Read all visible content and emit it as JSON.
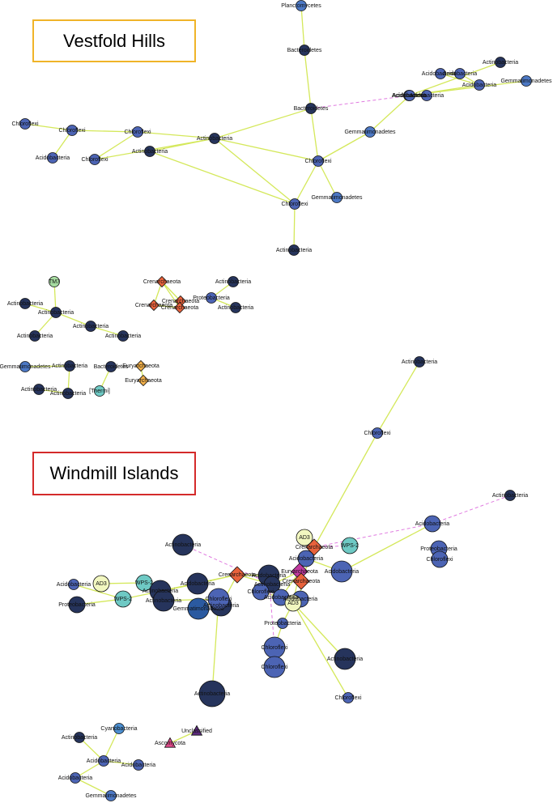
{
  "networks": [
    {
      "id": "vestfold",
      "title": "Vestfold Hills",
      "border_color": "#f0b429"
    },
    {
      "id": "windmill",
      "title": "Windmill Islands",
      "border_color": "#d42a2a"
    }
  ],
  "legend_colors": {
    "edge_positive": "#d4e85a",
    "edge_negative": "#e07be0",
    "node_dark": "#26345c",
    "node_blue": "#4c64b4",
    "node_light_blue": "#5b8fd1",
    "node_teal": "#6ec9c4",
    "node_pale": "#f2f7c0",
    "node_archaea": "#e8623c",
    "node_magenta": "#c23aa0"
  },
  "nodes": [
    {
      "id": "v1",
      "label": "Planctomycetes",
      "shape": "circle",
      "color": "#4c78c4",
      "size": "s"
    },
    {
      "id": "v2",
      "label": "Bacteroidetes",
      "shape": "circle",
      "color": "#26345c",
      "size": "s"
    },
    {
      "id": "v3",
      "label": "Bacteroidetes",
      "shape": "circle",
      "color": "#26345c",
      "size": "s"
    },
    {
      "id": "v4",
      "label": "Acidobacteria",
      "shape": "circle",
      "color": "#4c64b4",
      "size": "s"
    },
    {
      "id": "v5",
      "label": "Acidobacteria",
      "shape": "circle",
      "color": "#4c64b4",
      "size": "s"
    },
    {
      "id": "v6",
      "label": "Actinobacteria",
      "shape": "circle",
      "color": "#26345c",
      "size": "s"
    },
    {
      "id": "v7",
      "label": "Acidobacteria",
      "shape": "circle",
      "color": "#4c64b4",
      "size": "s"
    },
    {
      "id": "v8",
      "label": "Gemmatimonadetes",
      "shape": "circle",
      "color": "#4c78c4",
      "size": "s"
    },
    {
      "id": "v9",
      "label": "Acidobacteria",
      "shape": "circle",
      "color": "#4c64b4",
      "size": "s"
    },
    {
      "id": "v10",
      "label": "Acidobacteria",
      "shape": "circle",
      "color": "#4c64b4",
      "size": "s"
    },
    {
      "id": "v11",
      "label": "Gemmatimonadetes",
      "shape": "circle",
      "color": "#4c78c4",
      "size": "s"
    },
    {
      "id": "v12",
      "label": "Acidobacteria",
      "shape": "circle",
      "color": "#4c64b4",
      "size": "s"
    },
    {
      "id": "v13",
      "label": "Chloroflexi",
      "shape": "circle",
      "color": "#4c64b4",
      "size": "s"
    },
    {
      "id": "v14",
      "label": "Chloroflexi",
      "shape": "circle",
      "color": "#4c64b4",
      "size": "s"
    },
    {
      "id": "v15",
      "label": "Acidobacteria",
      "shape": "circle",
      "color": "#4c64b4",
      "size": "s"
    },
    {
      "id": "v16",
      "label": "Actinobacteria",
      "shape": "circle",
      "color": "#26345c",
      "size": "s"
    },
    {
      "id": "v17",
      "label": "Chloroflexi",
      "shape": "circle",
      "color": "#4c64b4",
      "size": "s"
    },
    {
      "id": "v18",
      "label": "Chloroflexi",
      "shape": "circle",
      "color": "#4c64b4",
      "size": "s"
    },
    {
      "id": "v19",
      "label": "Actinobacteria",
      "shape": "circle",
      "color": "#26345c",
      "size": "s"
    },
    {
      "id": "v20",
      "label": "Chloroflexi",
      "shape": "circle",
      "color": "#4c64b4",
      "size": "s"
    },
    {
      "id": "v21",
      "label": "Gemmatimonadetes",
      "shape": "circle",
      "color": "#4c78c4",
      "size": "s"
    },
    {
      "id": "v22",
      "label": "Chloroflexi",
      "shape": "circle",
      "color": "#4c64b4",
      "size": "s"
    },
    {
      "id": "v23",
      "label": "Actinobacteria",
      "shape": "circle",
      "color": "#26345c",
      "size": "s"
    },
    {
      "id": "v24",
      "label": "TM7",
      "shape": "circle",
      "color": "#a6dba0",
      "size": "s"
    },
    {
      "id": "v25",
      "label": "Actinobacteria",
      "shape": "circle",
      "color": "#26345c",
      "size": "s"
    },
    {
      "id": "v26",
      "label": "Actinobacteria",
      "shape": "circle",
      "color": "#26345c",
      "size": "s"
    },
    {
      "id": "v27",
      "label": "Actinobacteria",
      "shape": "circle",
      "color": "#26345c",
      "size": "s"
    },
    {
      "id": "v28",
      "label": "Actinobacteria",
      "shape": "circle",
      "color": "#26345c",
      "size": "s"
    },
    {
      "id": "v29",
      "label": "Actinobacteria",
      "shape": "circle",
      "color": "#26345c",
      "size": "s"
    },
    {
      "id": "v30",
      "label": "Crenarchaeota",
      "shape": "diamond",
      "color": "#e8623c",
      "size": "s"
    },
    {
      "id": "v31",
      "label": "Crenarchaeota",
      "shape": "diamond",
      "color": "#e8623c",
      "size": "s"
    },
    {
      "id": "v32",
      "label": "Crenarchaeota",
      "shape": "diamond",
      "color": "#e8623c",
      "size": "s"
    },
    {
      "id": "v33",
      "label": "Crenarchaeota",
      "shape": "diamond",
      "color": "#e8623c",
      "size": "s"
    },
    {
      "id": "v34",
      "label": "Actinobacteria",
      "shape": "circle",
      "color": "#26345c",
      "size": "s"
    },
    {
      "id": "v35",
      "label": "Proteobacteria",
      "shape": "circle",
      "color": "#4c64b4",
      "size": "s"
    },
    {
      "id": "v36",
      "label": "Actinobacteria",
      "shape": "circle",
      "color": "#26345c",
      "size": "s"
    },
    {
      "id": "v37",
      "label": "Gemmatimonadetes",
      "shape": "circle",
      "color": "#4c78c4",
      "size": "s"
    },
    {
      "id": "v38",
      "label": "Actinobacteria",
      "shape": "circle",
      "color": "#26345c",
      "size": "s"
    },
    {
      "id": "v39",
      "label": "Actinobacteria",
      "shape": "circle",
      "color": "#26345c",
      "size": "s"
    },
    {
      "id": "v40",
      "label": "Actinobacteria",
      "shape": "circle",
      "color": "#26345c",
      "size": "s"
    },
    {
      "id": "v41",
      "label": "[Thermi]",
      "shape": "circle",
      "color": "#6ec9c4",
      "size": "s"
    },
    {
      "id": "v42",
      "label": "Bacteroidetes",
      "shape": "circle",
      "color": "#26345c",
      "size": "s"
    },
    {
      "id": "v43",
      "label": "Euryarchaeota",
      "shape": "diamond",
      "color": "#f2b04a",
      "size": "s"
    },
    {
      "id": "v44",
      "label": "Euryarchaeota",
      "shape": "diamond",
      "color": "#f2b04a",
      "size": "s"
    },
    {
      "id": "w1",
      "label": "Actinobacteria",
      "shape": "circle",
      "color": "#26345c",
      "size": "s"
    },
    {
      "id": "w2",
      "label": "Chloroflexi",
      "shape": "circle",
      "color": "#4c64b4",
      "size": "s"
    },
    {
      "id": "w3",
      "label": "Actinobacteria",
      "shape": "circle",
      "color": "#26345c",
      "size": "s"
    },
    {
      "id": "w4",
      "label": "Acidobacteria",
      "shape": "circle",
      "color": "#4c64b4",
      "size": "m"
    },
    {
      "id": "w5",
      "label": "Proteobacteria",
      "shape": "circle",
      "color": "#4c64b4",
      "size": "m"
    },
    {
      "id": "w6",
      "label": "Chloroflexi",
      "shape": "circle",
      "color": "#4c64b4",
      "size": "m"
    },
    {
      "id": "w7",
      "label": "WPS-2",
      "shape": "circle",
      "color": "#6ec9c4",
      "size": "m"
    },
    {
      "id": "w8",
      "label": "AD3",
      "shape": "circle",
      "color": "#f2f7c0",
      "size": "m"
    },
    {
      "id": "w9",
      "label": "Crenarchaeota",
      "shape": "diamond",
      "color": "#e8623c",
      "size": "m"
    },
    {
      "id": "w10",
      "label": "Acidobacteria",
      "shape": "circle",
      "color": "#4c64b4",
      "size": "m"
    },
    {
      "id": "w11",
      "label": "Acidobacteria",
      "shape": "circle",
      "color": "#4c64b4",
      "size": "l"
    },
    {
      "id": "w12",
      "label": "Actinobacteria",
      "shape": "circle",
      "color": "#26345c",
      "size": "l"
    },
    {
      "id": "w13",
      "label": "Acidobacteria",
      "shape": "circle",
      "color": "#4c64b4",
      "size": "s"
    },
    {
      "id": "w14",
      "label": "AD3",
      "shape": "circle",
      "color": "#f2f7c0",
      "size": "m"
    },
    {
      "id": "w15",
      "label": "WPS-2",
      "shape": "circle",
      "color": "#6ec9c4",
      "size": "m"
    },
    {
      "id": "w16",
      "label": "WPS-2",
      "shape": "circle",
      "color": "#6ec9c4",
      "size": "m"
    },
    {
      "id": "w17",
      "label": "Proteobacteria",
      "shape": "circle",
      "color": "#26345c",
      "size": "m"
    },
    {
      "id": "w18",
      "label": "Actinobacteria",
      "shape": "circle",
      "color": "#26345c",
      "size": "l"
    },
    {
      "id": "w19",
      "label": "Acidobacteria",
      "shape": "circle",
      "color": "#26345c",
      "size": "l"
    },
    {
      "id": "w20",
      "label": "Actinobacteria",
      "shape": "circle",
      "color": "#26345c",
      "size": "l"
    },
    {
      "id": "w21",
      "label": "Actinobacteria",
      "shape": "circle",
      "color": "#26345c",
      "size": "l"
    },
    {
      "id": "w22",
      "label": "Gemmatimonadetes",
      "shape": "circle",
      "color": "#2b5aa0",
      "size": "l"
    },
    {
      "id": "w23",
      "label": "Chloroflexi",
      "shape": "circle",
      "color": "#4c64b4",
      "size": "l"
    },
    {
      "id": "w24",
      "label": "Acidobacteria",
      "shape": "circle",
      "color": "#26345c",
      "size": "l"
    },
    {
      "id": "w25",
      "label": "Crenarchaeota",
      "shape": "diamond",
      "color": "#e8623c",
      "size": "m"
    },
    {
      "id": "w26",
      "label": "Actinobacteria",
      "shape": "circle",
      "color": "#26345c",
      "size": "m"
    },
    {
      "id": "w27",
      "label": "Chloroflexi",
      "shape": "circle",
      "color": "#4c64b4",
      "size": "m"
    },
    {
      "id": "w28",
      "label": "Acidobacteria",
      "shape": "circle",
      "color": "#4c64b4",
      "size": "m"
    },
    {
      "id": "w29",
      "label": "Euryarchaeota",
      "shape": "diamond",
      "color": "#c23aa0",
      "size": "m"
    },
    {
      "id": "w30",
      "label": "Crenarchaeota",
      "shape": "diamond",
      "color": "#e8623c",
      "size": "m"
    },
    {
      "id": "w31",
      "label": "Acidobacteria",
      "shape": "circle",
      "color": "#4c64b4",
      "size": "m"
    },
    {
      "id": "w32",
      "label": "AD3",
      "shape": "circle",
      "color": "#f2f7c0",
      "size": "m"
    },
    {
      "id": "w33",
      "label": "Proteobacteria",
      "shape": "circle",
      "color": "#4c64b4",
      "size": "s"
    },
    {
      "id": "w34",
      "label": "Chloroflexi",
      "shape": "circle",
      "color": "#4c64b4",
      "size": "l"
    },
    {
      "id": "w35",
      "label": "Chloroflexi",
      "shape": "circle",
      "color": "#4c64b4",
      "size": "l"
    },
    {
      "id": "w36",
      "label": "Actinobacteria",
      "shape": "circle",
      "color": "#26345c",
      "size": "l"
    },
    {
      "id": "w37",
      "label": "Chloroflexi",
      "shape": "circle",
      "color": "#4c64b4",
      "size": "s"
    },
    {
      "id": "w38",
      "label": "Actinobacteria",
      "shape": "circle",
      "color": "#26345c",
      "size": "xl"
    },
    {
      "id": "w39",
      "label": "Cyanobacteria",
      "shape": "circle",
      "color": "#4c8fd1",
      "size": "s"
    },
    {
      "id": "w40",
      "label": "Unclassified",
      "shape": "triangle",
      "color": "#5a2a7a",
      "size": "s"
    },
    {
      "id": "w41",
      "label": "Ascomycota",
      "shape": "triangle",
      "color": "#e04a8a",
      "size": "s"
    },
    {
      "id": "w42",
      "label": "Actinobacteria",
      "shape": "circle",
      "color": "#26345c",
      "size": "s"
    },
    {
      "id": "w43",
      "label": "Acidobacteria",
      "shape": "circle",
      "color": "#4c64b4",
      "size": "s"
    },
    {
      "id": "w44",
      "label": "Acidobacteria",
      "shape": "circle",
      "color": "#4c64b4",
      "size": "s"
    },
    {
      "id": "w45",
      "label": "Acidobacteria",
      "shape": "circle",
      "color": "#4c64b4",
      "size": "s"
    },
    {
      "id": "w46",
      "label": "Gemmatimonadetes",
      "shape": "circle",
      "color": "#4c78c4",
      "size": "s"
    }
  ],
  "edges": [
    {
      "from": "v1",
      "to": "v2",
      "type": "positive"
    },
    {
      "from": "v2",
      "to": "v3",
      "type": "positive"
    },
    {
      "from": "v3",
      "to": "v12",
      "type": "negative"
    },
    {
      "from": "v3",
      "to": "v20",
      "type": "positive"
    },
    {
      "from": "v3",
      "to": "v16",
      "type": "positive"
    },
    {
      "from": "v4",
      "to": "v7",
      "type": "positive"
    },
    {
      "from": "v5",
      "to": "v7",
      "type": "positive"
    },
    {
      "from": "v4",
      "to": "v5",
      "type": "positive"
    },
    {
      "from": "v7",
      "to": "v12",
      "type": "positive"
    },
    {
      "from": "v9",
      "to": "v12",
      "type": "positive"
    },
    {
      "from": "v10",
      "to": "v12",
      "type": "positive"
    },
    {
      "from": "v9",
      "to": "v10",
      "type": "positive"
    },
    {
      "from": "v6",
      "to": "v10",
      "type": "positive"
    },
    {
      "from": "v8",
      "to": "v10",
      "type": "positive"
    },
    {
      "from": "v12",
      "to": "v11",
      "type": "positive"
    },
    {
      "from": "v11",
      "to": "v20",
      "type": "positive"
    },
    {
      "from": "v13",
      "to": "v14",
      "type": "positive"
    },
    {
      "from": "v14",
      "to": "v15",
      "type": "positive"
    },
    {
      "from": "v14",
      "to": "v17",
      "type": "positive"
    },
    {
      "from": "v17",
      "to": "v16",
      "type": "positive"
    },
    {
      "from": "v16",
      "to": "v19",
      "type": "positive"
    },
    {
      "from": "v17",
      "to": "v18",
      "type": "positive"
    },
    {
      "from": "v16",
      "to": "v18",
      "type": "positive"
    },
    {
      "from": "v16",
      "to": "v20",
      "type": "positive"
    },
    {
      "from": "v16",
      "to": "v22",
      "type": "positive"
    },
    {
      "from": "v20",
      "to": "v21",
      "type": "positive"
    },
    {
      "from": "v20",
      "to": "v22",
      "type": "positive"
    },
    {
      "from": "v22",
      "to": "v19",
      "type": "positive"
    },
    {
      "from": "v22",
      "to": "v23",
      "type": "positive"
    },
    {
      "from": "v24",
      "to": "v26",
      "type": "positive"
    },
    {
      "from": "v25",
      "to": "v26",
      "type": "positive"
    },
    {
      "from": "v26",
      "to": "v27",
      "type": "positive"
    },
    {
      "from": "v26",
      "to": "v28",
      "type": "positive"
    },
    {
      "from": "v28",
      "to": "v29",
      "type": "positive"
    },
    {
      "from": "v30",
      "to": "v31",
      "type": "positive"
    },
    {
      "from": "v30",
      "to": "v32",
      "type": "positive"
    },
    {
      "from": "v31",
      "to": "v33",
      "type": "positive"
    },
    {
      "from": "v32",
      "to": "v33",
      "type": "positive"
    },
    {
      "from": "v30",
      "to": "v33",
      "type": "positive"
    },
    {
      "from": "v34",
      "to": "v35",
      "type": "positive"
    },
    {
      "from": "v35",
      "to": "v36",
      "type": "positive"
    },
    {
      "from": "v37",
      "to": "v38",
      "type": "positive"
    },
    {
      "from": "v38",
      "to": "v40",
      "type": "positive"
    },
    {
      "from": "v39",
      "to": "v40",
      "type": "positive"
    },
    {
      "from": "v42",
      "to": "v41",
      "type": "positive"
    },
    {
      "from": "v43",
      "to": "v44",
      "type": "positive"
    },
    {
      "from": "w1",
      "to": "w2",
      "type": "positive"
    },
    {
      "from": "w2",
      "to": "w9",
      "type": "positive"
    },
    {
      "from": "w3",
      "to": "w4",
      "type": "negative"
    },
    {
      "from": "w4",
      "to": "w9",
      "type": "negative"
    },
    {
      "from": "w7",
      "to": "w9",
      "type": "negative"
    },
    {
      "from": "w8",
      "to": "w9",
      "type": "positive"
    },
    {
      "from": "w9",
      "to": "w10",
      "type": "positive"
    },
    {
      "from": "w9",
      "to": "w30",
      "type": "positive"
    },
    {
      "from": "w10",
      "to": "w11",
      "type": "positive"
    },
    {
      "from": "w12",
      "to": "w26",
      "type": "negative"
    },
    {
      "from": "w13",
      "to": "w15",
      "type": "positive"
    },
    {
      "from": "w14",
      "to": "w16",
      "type": "positive"
    },
    {
      "from": "w17",
      "to": "w15",
      "type": "positive"
    },
    {
      "from": "w15",
      "to": "w19",
      "type": "positive"
    },
    {
      "from": "w16",
      "to": "w18",
      "type": "positive"
    },
    {
      "from": "w18",
      "to": "w25",
      "type": "positive"
    },
    {
      "from": "w19",
      "to": "w25",
      "type": "positive"
    },
    {
      "from": "w20",
      "to": "w23",
      "type": "positive"
    },
    {
      "from": "w21",
      "to": "w25",
      "type": "positive"
    },
    {
      "from": "w22",
      "to": "w23",
      "type": "positive"
    },
    {
      "from": "w24",
      "to": "w25",
      "type": "positive"
    },
    {
      "from": "w25",
      "to": "w26",
      "type": "positive"
    },
    {
      "from": "w26",
      "to": "w29",
      "type": "positive"
    },
    {
      "from": "w27",
      "to": "w28",
      "type": "positive"
    },
    {
      "from": "w28",
      "to": "w29",
      "type": "positive"
    },
    {
      "from": "w29",
      "to": "w30",
      "type": "positive"
    },
    {
      "from": "w30",
      "to": "w31",
      "type": "positive"
    },
    {
      "from": "w29",
      "to": "w32",
      "type": "positive"
    },
    {
      "from": "w32",
      "to": "w33",
      "type": "positive"
    },
    {
      "from": "w33",
      "to": "w34",
      "type": "positive"
    },
    {
      "from": "w34",
      "to": "w35",
      "type": "positive"
    },
    {
      "from": "w32",
      "to": "w36",
      "type": "positive"
    },
    {
      "from": "w32",
      "to": "w37",
      "type": "positive"
    },
    {
      "from": "w23",
      "to": "w38",
      "type": "positive"
    },
    {
      "from": "w24",
      "to": "w34",
      "type": "negative"
    },
    {
      "from": "w11",
      "to": "w4",
      "type": "positive"
    },
    {
      "from": "w40",
      "to": "w41",
      "type": "positive"
    },
    {
      "from": "w39",
      "to": "w43",
      "type": "positive"
    },
    {
      "from": "w42",
      "to": "w43",
      "type": "positive"
    },
    {
      "from": "w43",
      "to": "w44",
      "type": "positive"
    },
    {
      "from": "w43",
      "to": "w45",
      "type": "positive"
    },
    {
      "from": "w45",
      "to": "w46",
      "type": "positive"
    }
  ]
}
